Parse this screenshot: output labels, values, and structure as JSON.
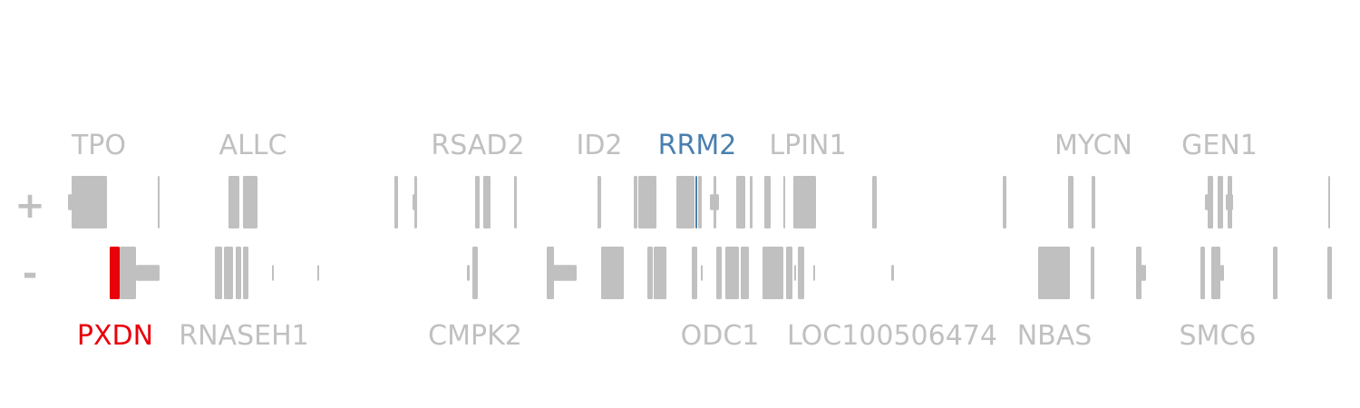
{
  "colors": {
    "default_gene": "#c0c0c0",
    "highlight_query": "#e8000b",
    "highlight_focus": "#4a7fae",
    "strand_label": "#c0c0c0"
  },
  "strands": {
    "plus": "+",
    "minus": "-"
  },
  "genes": {
    "plus": [
      {
        "name": "TPO",
        "color": "default_gene"
      },
      {
        "name": "ALLC",
        "color": "default_gene"
      },
      {
        "name": "RSAD2",
        "color": "default_gene"
      },
      {
        "name": "ID2",
        "color": "default_gene"
      },
      {
        "name": "RRM2",
        "color": "highlight_focus"
      },
      {
        "name": "LPIN1",
        "color": "default_gene"
      },
      {
        "name": "MYCN",
        "color": "default_gene"
      },
      {
        "name": "GEN1",
        "color": "default_gene"
      }
    ],
    "minus": [
      {
        "name": "PXDN",
        "color": "highlight_query"
      },
      {
        "name": "RNASEH1",
        "color": "default_gene"
      },
      {
        "name": "CMPK2",
        "color": "default_gene"
      },
      {
        "name": "ODC1",
        "color": "default_gene"
      },
      {
        "name": "LOC100506474",
        "color": "default_gene"
      },
      {
        "name": "NBAS",
        "color": "default_gene"
      },
      {
        "name": "SMC6",
        "color": "default_gene"
      }
    ]
  }
}
